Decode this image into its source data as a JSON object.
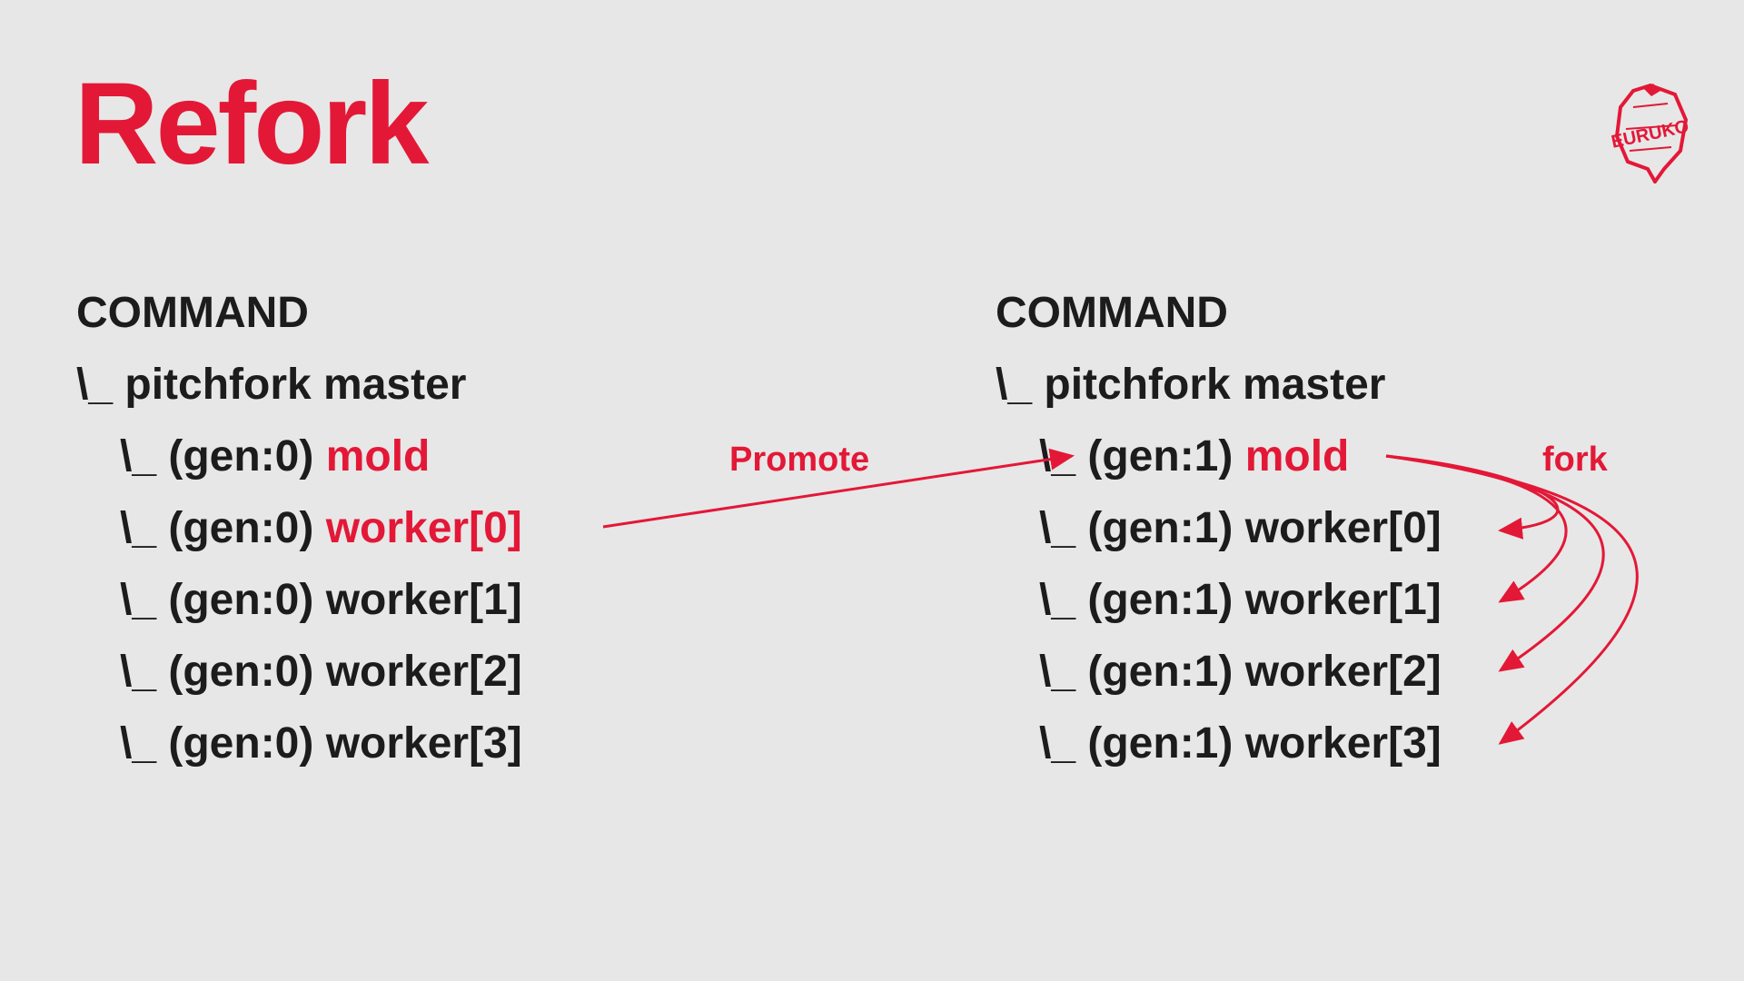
{
  "title": "Refork",
  "left": {
    "header": "COMMAND",
    "master": "\\_ pitchfork master",
    "rows": [
      {
        "prefix": "\\_ (gen:0) ",
        "name": "mold",
        "highlight": true
      },
      {
        "prefix": "\\_ (gen:0) ",
        "name": "worker[0]",
        "highlight": true
      },
      {
        "prefix": "\\_ (gen:0) ",
        "name": "worker[1]",
        "highlight": false
      },
      {
        "prefix": "\\_ (gen:0) ",
        "name": "worker[2]",
        "highlight": false
      },
      {
        "prefix": "\\_ (gen:0) ",
        "name": "worker[3]",
        "highlight": false
      }
    ]
  },
  "right": {
    "header": "COMMAND",
    "master": "\\_ pitchfork master",
    "rows": [
      {
        "prefix": "\\_ (gen:1) ",
        "name": "mold",
        "highlight": true
      },
      {
        "prefix": "\\_ (gen:1) ",
        "name": "worker[0]",
        "highlight": false
      },
      {
        "prefix": "\\_ (gen:1) ",
        "name": "worker[1]",
        "highlight": false
      },
      {
        "prefix": "\\_ (gen:1) ",
        "name": "worker[2]",
        "highlight": false
      },
      {
        "prefix": "\\_ (gen:1) ",
        "name": "worker[3]",
        "highlight": false
      }
    ]
  },
  "labels": {
    "promote": "Promote",
    "fork": "fork"
  },
  "colors": {
    "accent": "#e31837",
    "text": "#1c1c1c",
    "background": "#e7e7e7"
  },
  "logo": {
    "icon": "euruko-logo-icon",
    "text": "EURUKO"
  }
}
